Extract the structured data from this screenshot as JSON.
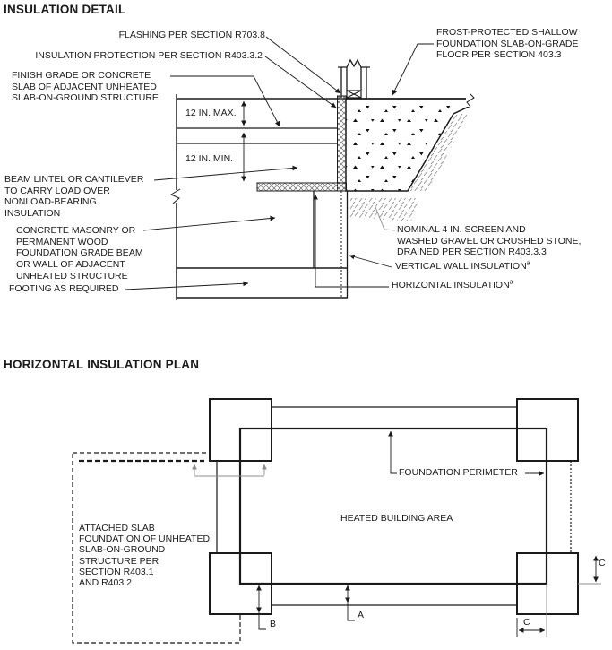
{
  "colors": {
    "ink": "#1a1a1a",
    "gray": "#8c8c8c",
    "bg": "#ffffff"
  },
  "section": {
    "title": "INSULATION DETAIL",
    "footnote_mark": "a",
    "labels": {
      "flashing": "FLASHING PER SECTION R703.8",
      "insulation_protection": "INSULATION PROTECTION PER SECTION R403.3.2",
      "finish_grade": "FINISH GRADE OR CONCRETE\nSLAB OF ADJACENT UNHEATED\nSLAB-ON-GROUND STRUCTURE",
      "frost_protected": "FROST-PROTECTED SHALLOW\nFOUNDATION SLAB-ON-GRADE\nFLOOR PER SECTION 403.3",
      "dim_max": "12 IN. MAX.",
      "dim_min": "12 IN. MIN.",
      "beam_lintel": "BEAM LINTEL OR CANTILEVER\nTO CARRY LOAD OVER\nNONLOAD-BEARING\nINSULATION",
      "concrete_masonry": "CONCRETE MASONRY OR\nPERMANENT WOOD\nFOUNDATION GRADE BEAM\nOR WALL OF ADJACENT\nUNHEATED STRUCTURE",
      "footing": "FOOTING AS REQUIRED",
      "gravel": "NOMINAL 4 IN. SCREEN AND\nWASHED GRAVEL OR CRUSHED STONE,\nDRAINED PER SECTION R403.3.3",
      "vertical_wall_insulation": "VERTICAL WALL INSULATION",
      "horizontal_insulation": "HORIZONTAL INSULATION"
    }
  },
  "plan": {
    "title": "HORIZONTAL INSULATION PLAN",
    "labels": {
      "attached_slab": "ATTACHED SLAB\nFOUNDATION OF UNHEATED\nSLAB-ON-GROUND\nSTRUCTURE PER\nSECTION R403.1\nAND R403.2",
      "foundation_perimeter": "FOUNDATION PERIMETER",
      "heated_area": "HEATED BUILDING AREA",
      "dim_a": "A",
      "dim_b": "B",
      "dim_c_bottom": "C",
      "dim_c_right": "C"
    }
  }
}
